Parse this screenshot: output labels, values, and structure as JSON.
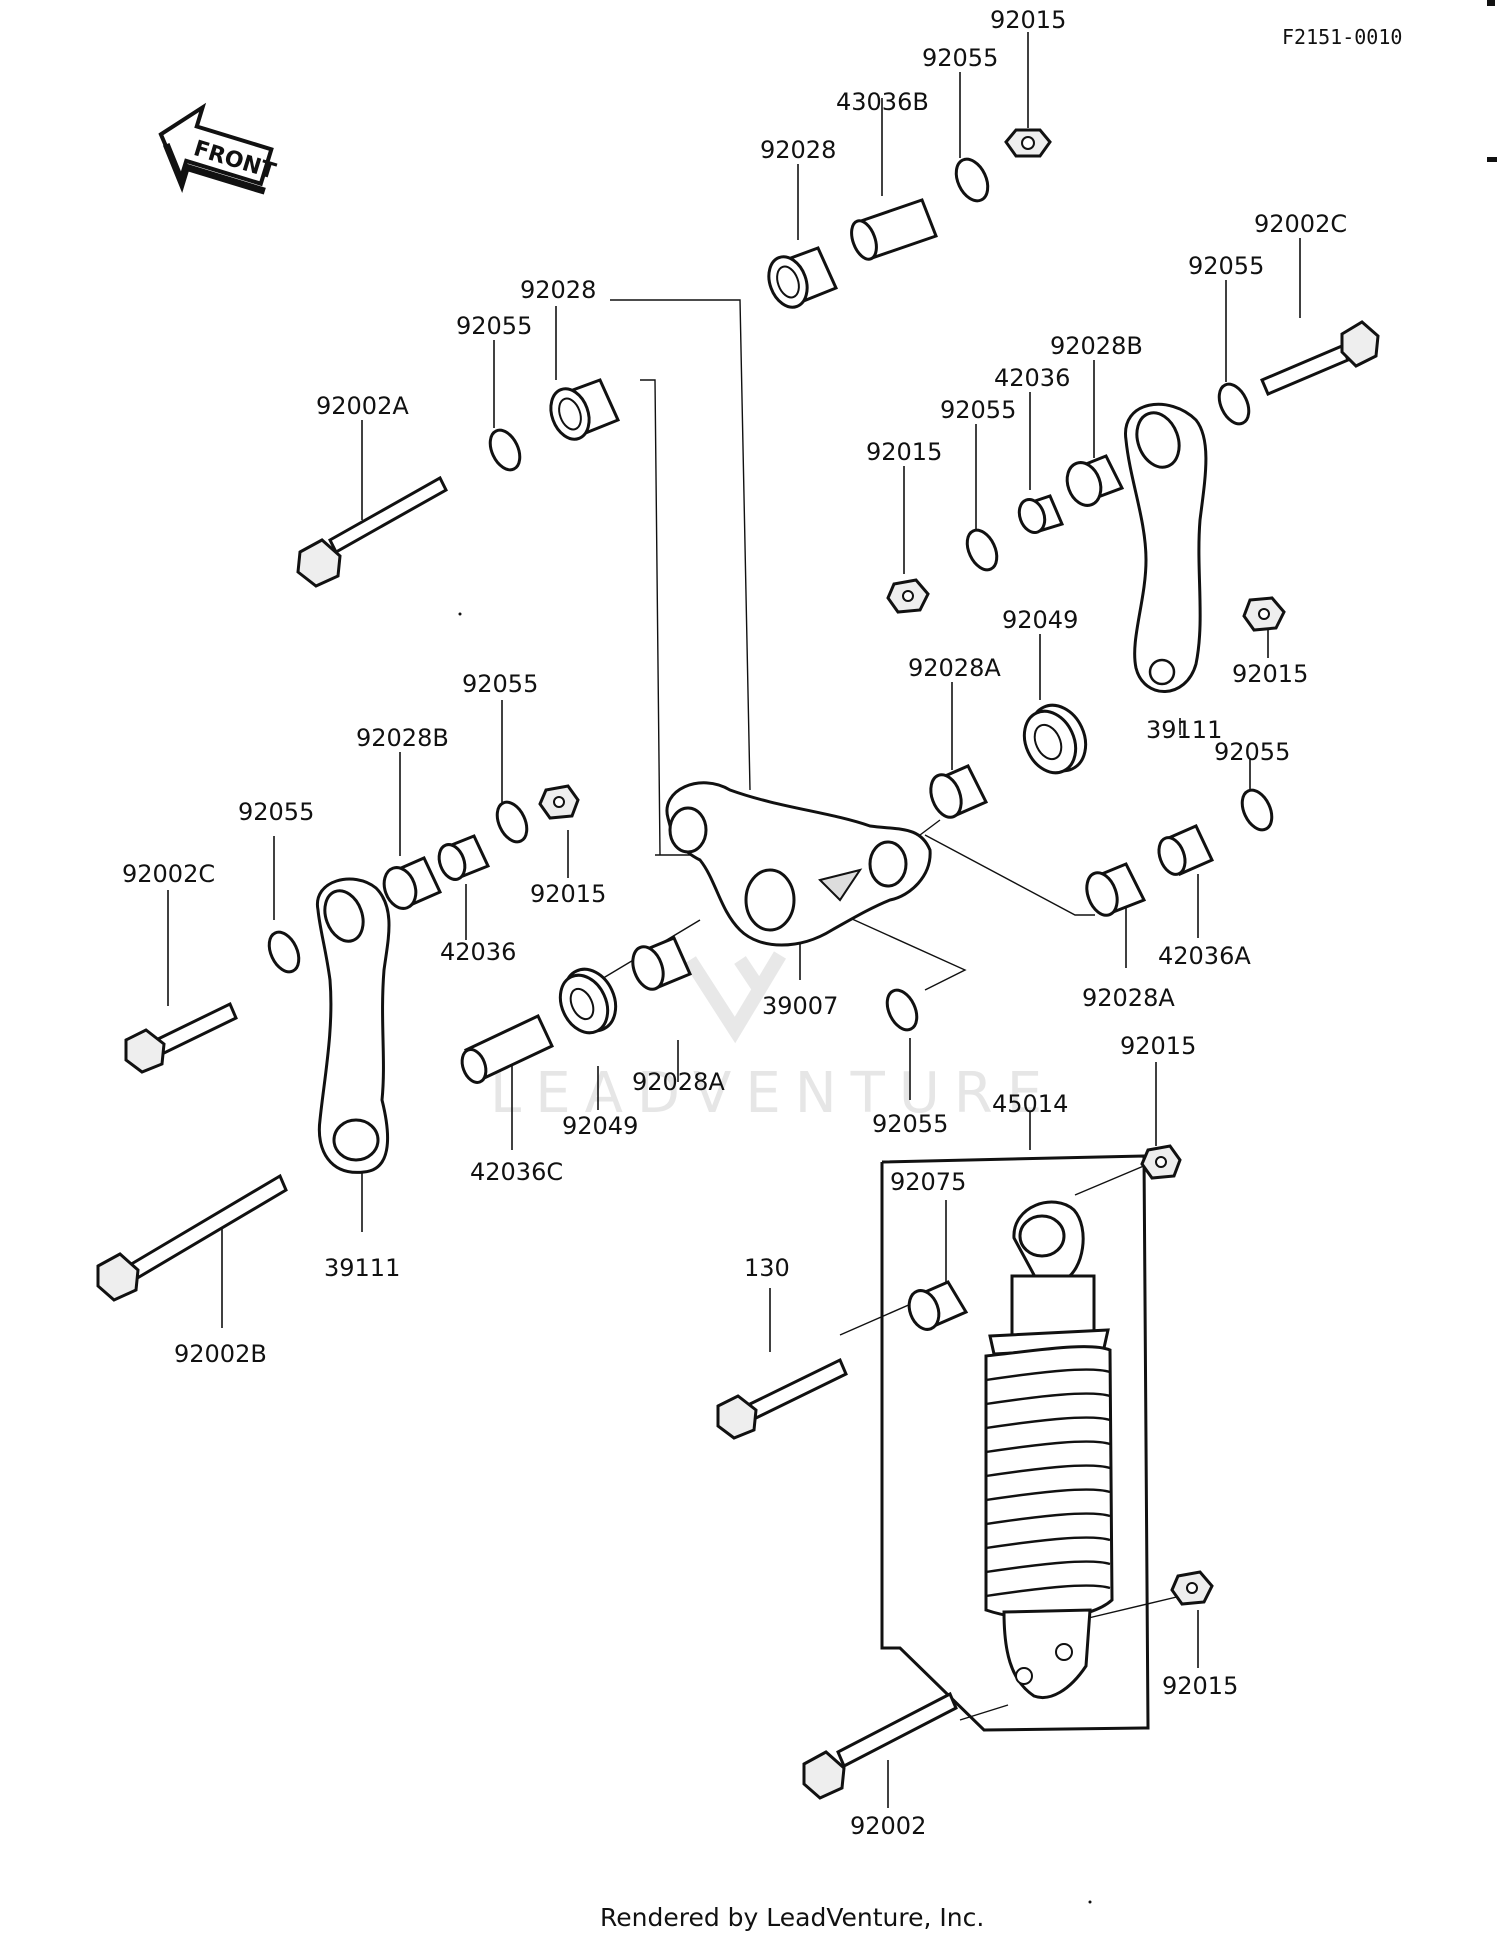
{
  "diagram_code": "F2151-0010",
  "front_label": "FRONT",
  "watermark": "LEADVENTURE",
  "footer": "Rendered by LeadVenture, Inc.",
  "labels": [
    {
      "key": "top_92015",
      "text": "92015"
    },
    {
      "key": "top_92055",
      "text": "92055"
    },
    {
      "key": "top_43036B",
      "text": "43036B"
    },
    {
      "key": "top_92028",
      "text": "92028"
    },
    {
      "key": "left_92028",
      "text": "92028"
    },
    {
      "key": "left_92055",
      "text": "92055"
    },
    {
      "key": "left_92002A",
      "text": "92002A"
    },
    {
      "key": "r_92002C",
      "text": "92002C"
    },
    {
      "key": "r_92055_a",
      "text": "92055"
    },
    {
      "key": "r_92028B",
      "text": "92028B"
    },
    {
      "key": "r_42036",
      "text": "42036"
    },
    {
      "key": "r_92055_b",
      "text": "92055"
    },
    {
      "key": "r_92015_a",
      "text": "92015"
    },
    {
      "key": "r_92049",
      "text": "92049"
    },
    {
      "key": "r_92015_b",
      "text": "92015"
    },
    {
      "key": "r_92028A",
      "text": "92028A"
    },
    {
      "key": "r_39111",
      "text": "39111"
    },
    {
      "key": "r_92055_c",
      "text": "92055"
    },
    {
      "key": "l_92055_a",
      "text": "92055"
    },
    {
      "key": "l_92028B",
      "text": "92028B"
    },
    {
      "key": "l_92055_b",
      "text": "92055"
    },
    {
      "key": "l_92002C",
      "text": "92002C"
    },
    {
      "key": "l_92015",
      "text": "92015"
    },
    {
      "key": "l_42036",
      "text": "42036"
    },
    {
      "key": "c_39007",
      "text": "39007"
    },
    {
      "key": "r_42036A",
      "text": "42036A"
    },
    {
      "key": "r_92028A_b",
      "text": "92028A"
    },
    {
      "key": "c_92028A",
      "text": "92028A"
    },
    {
      "key": "c_92049",
      "text": "92049"
    },
    {
      "key": "c_92055",
      "text": "92055"
    },
    {
      "key": "l_42036C",
      "text": "42036C"
    },
    {
      "key": "l_39111",
      "text": "39111"
    },
    {
      "key": "l_92002B",
      "text": "92002B"
    },
    {
      "key": "s_92015_top",
      "text": "92015"
    },
    {
      "key": "s_45014",
      "text": "45014"
    },
    {
      "key": "s_92075",
      "text": "92075"
    },
    {
      "key": "s_130",
      "text": "130"
    },
    {
      "key": "s_92015_bot",
      "text": "92015"
    },
    {
      "key": "s_92002",
      "text": "92002"
    }
  ]
}
